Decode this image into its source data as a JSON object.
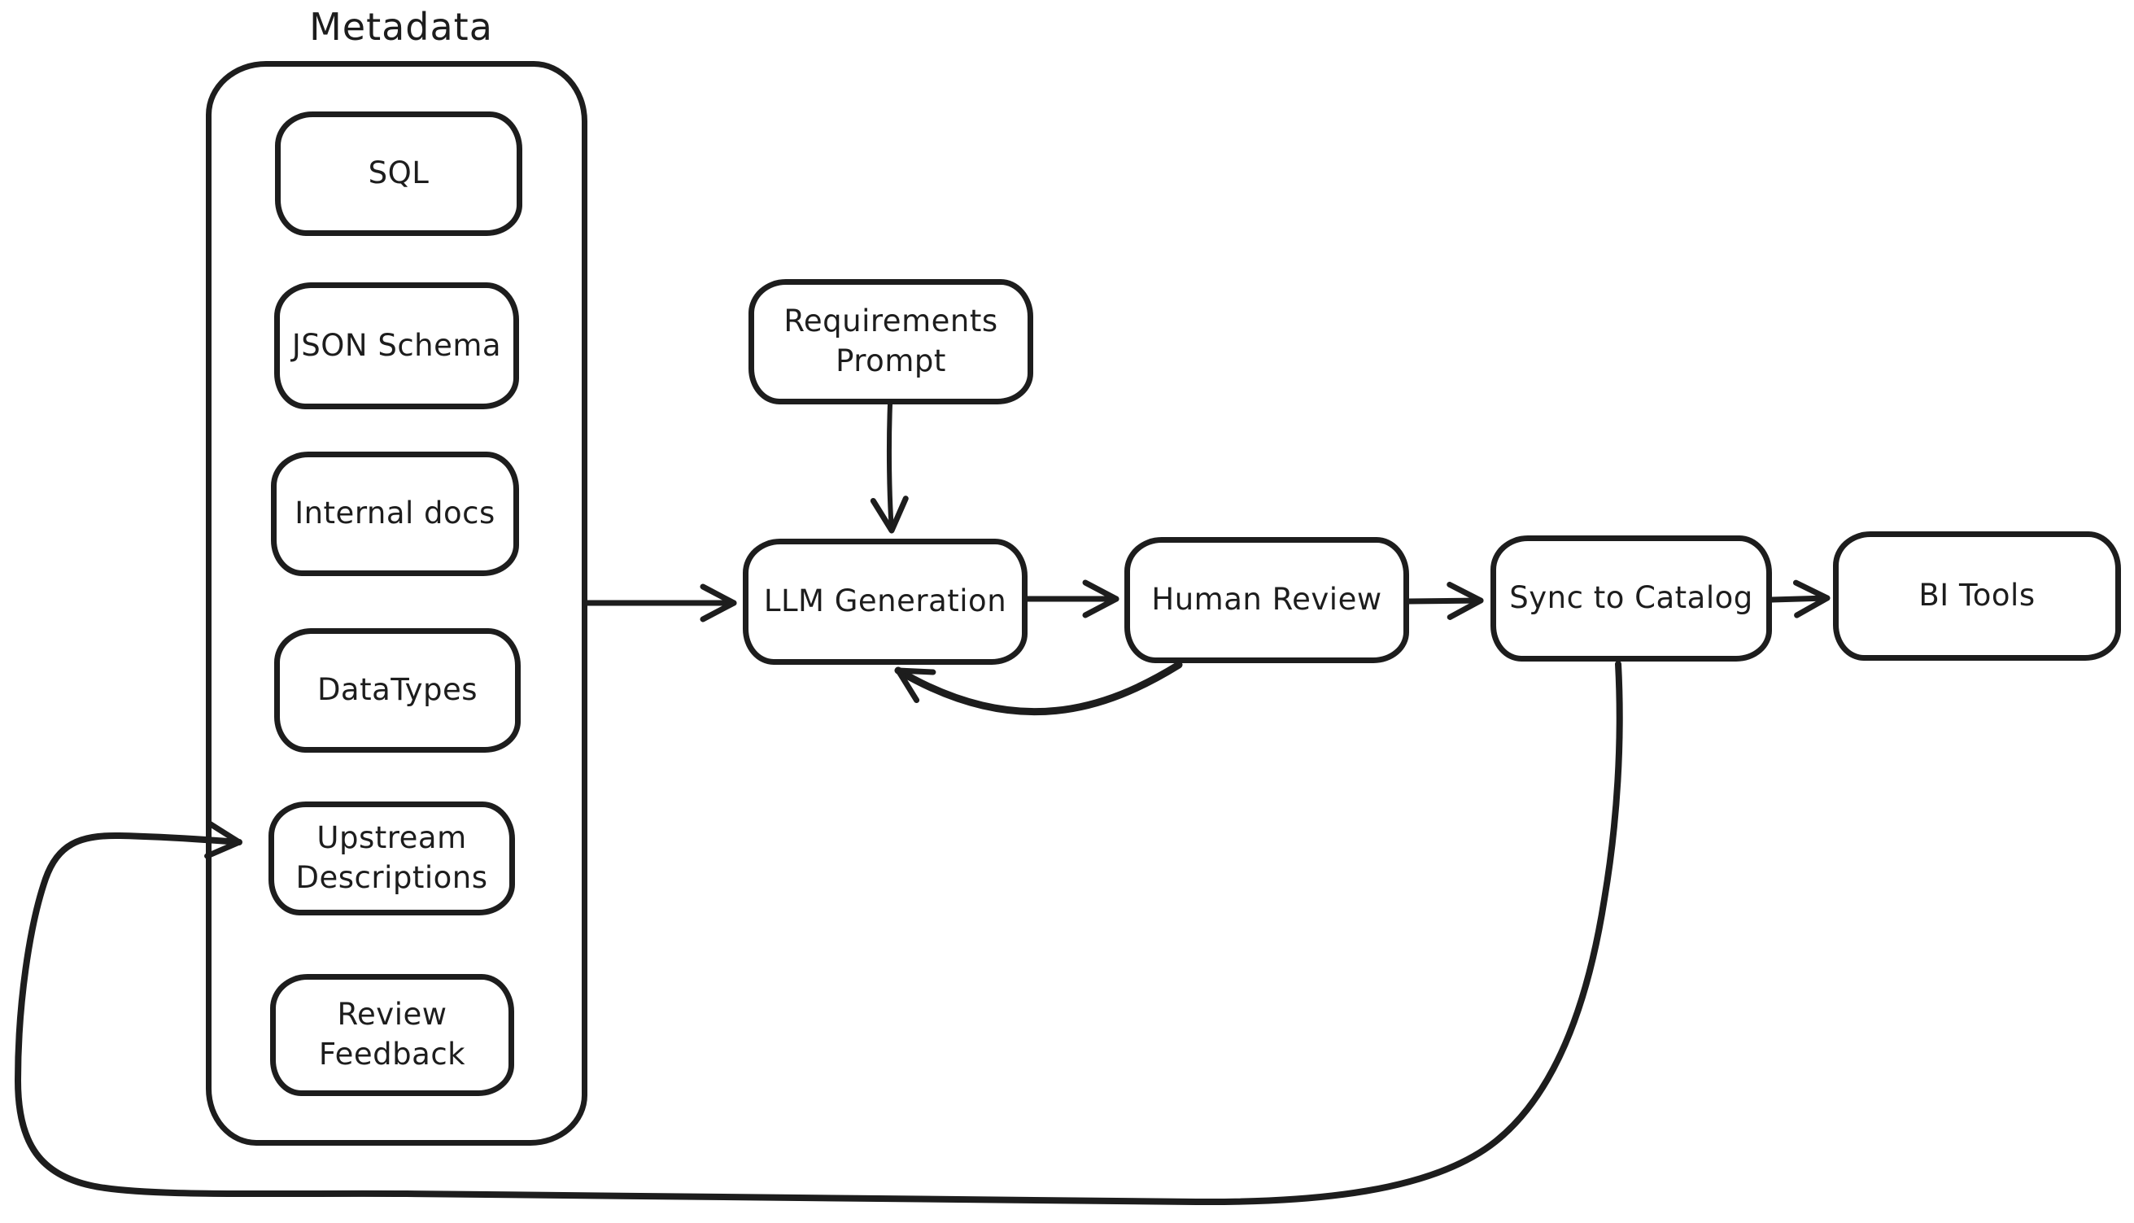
{
  "page": {
    "background": "#ffffff"
  },
  "colors": {
    "stroke": "#1d1d1d",
    "text": "#1d1d1d"
  },
  "diagram": {
    "group": {
      "title": "Metadata"
    },
    "metadata_items": [
      {
        "id": "sql",
        "label": "SQL"
      },
      {
        "id": "json-schema",
        "label": "JSON Schema"
      },
      {
        "id": "internal-docs",
        "label": "Internal docs"
      },
      {
        "id": "datatypes",
        "label": "DataTypes"
      },
      {
        "id": "upstream-descriptions",
        "label": "Upstream Descriptions"
      },
      {
        "id": "review-feedback",
        "label": "Review Feedback"
      }
    ],
    "nodes": [
      {
        "id": "requirements-prompt",
        "label": "Requirements Prompt"
      },
      {
        "id": "llm-generation",
        "label": "LLM Generation"
      },
      {
        "id": "human-review",
        "label": "Human Review"
      },
      {
        "id": "sync-to-catalog",
        "label": "Sync to Catalog"
      },
      {
        "id": "bi-tools",
        "label": "BI Tools"
      }
    ],
    "edges": [
      {
        "from": "metadata-group",
        "to": "llm-generation"
      },
      {
        "from": "requirements-prompt",
        "to": "llm-generation"
      },
      {
        "from": "llm-generation",
        "to": "human-review"
      },
      {
        "from": "human-review",
        "to": "llm-generation",
        "type": "feedback"
      },
      {
        "from": "human-review",
        "to": "sync-to-catalog"
      },
      {
        "from": "sync-to-catalog",
        "to": "bi-tools"
      },
      {
        "from": "sync-to-catalog",
        "to": "upstream-descriptions",
        "type": "feedback-loop"
      }
    ]
  }
}
